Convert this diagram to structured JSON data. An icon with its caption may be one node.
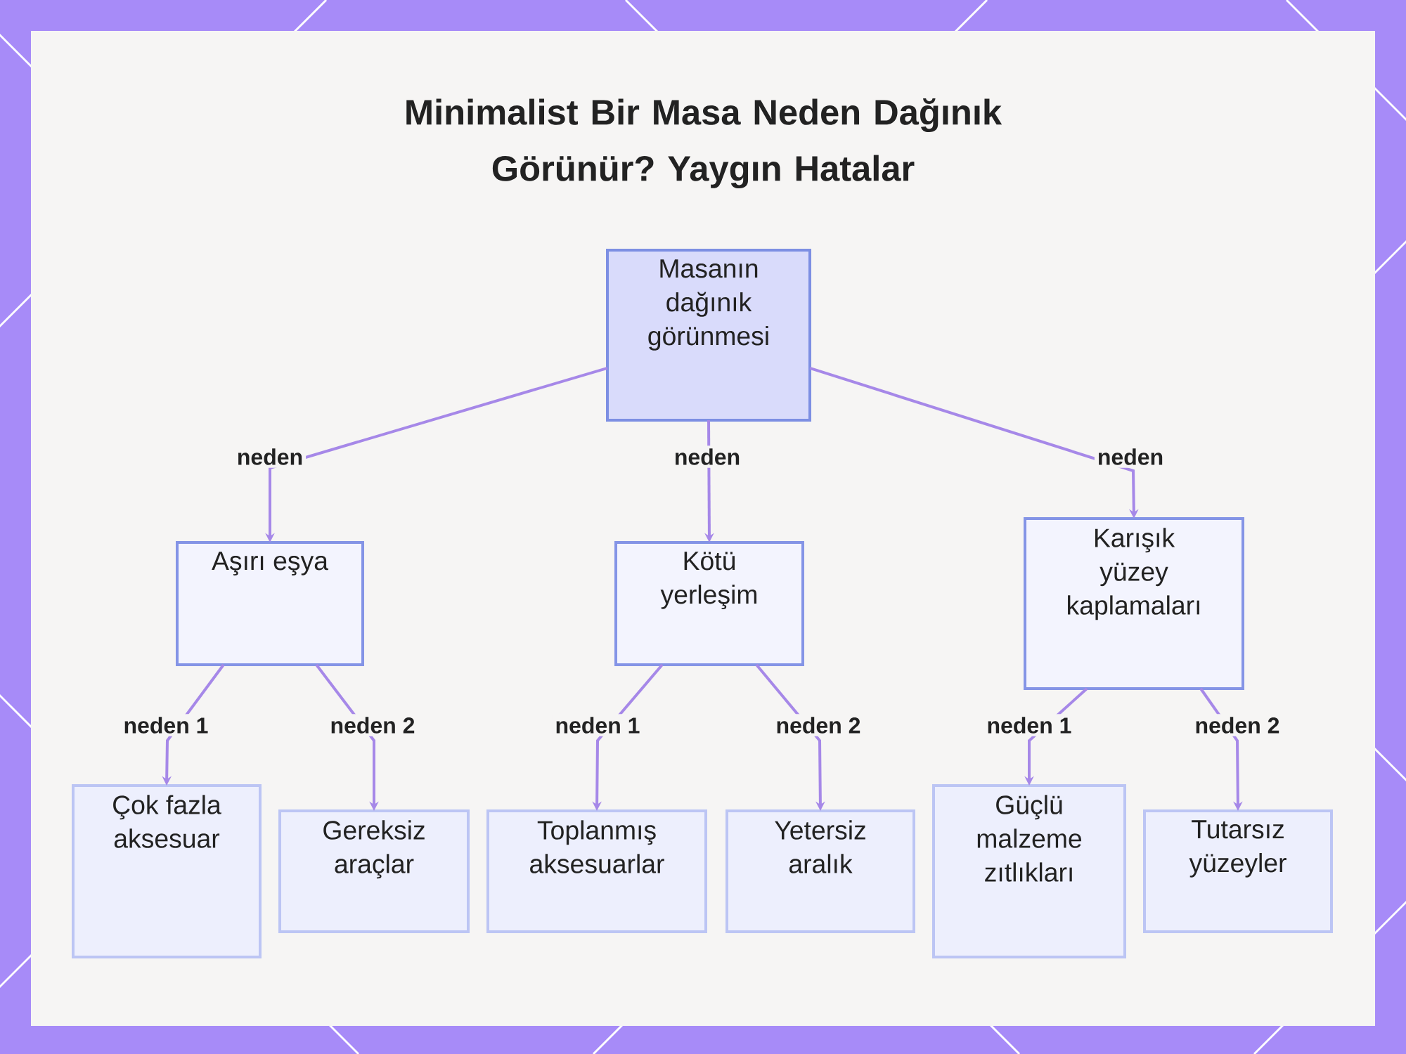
{
  "diagram": {
    "title": "Minimalist Bir Masa Neden Dağınık Görünür? Yaygın Hatalar",
    "nodes": [
      {
        "text": [
          "Masanın dağınık görünmesi"
        ]
      },
      {
        "text": [
          "Aşırı eşya"
        ]
      },
      {
        "text": [
          "Kötü yerleşim"
        ]
      },
      {
        "text": [
          "Karışık yüzey kaplamaları"
        ]
      },
      {
        "text": [
          "Çok fazla aksesuar"
        ]
      },
      {
        "text": [
          "Gereksiz araçlar"
        ]
      },
      {
        "text": [
          "Toplanmış aksesuarlar"
        ]
      },
      {
        "text": [
          "Yetersiz aralık"
        ]
      },
      {
        "text": [
          "Güçlü malzeme zıtlıkları"
        ]
      },
      {
        "text": [
          "Tutarsız yüzeyler"
        ]
      }
    ],
    "edges": [
      {
        "from": 0,
        "to": 1,
        "arrow": "to",
        "label": "neden"
      },
      {
        "from": 0,
        "to": 2,
        "arrow": "to",
        "label": "neden"
      },
      {
        "from": 0,
        "to": 3,
        "arrow": "to",
        "label": "neden"
      },
      {
        "from": 1,
        "to": 4,
        "arrow": "to",
        "label": "neden 1"
      },
      {
        "from": 1,
        "to": 5,
        "arrow": "to",
        "label": "neden 2"
      },
      {
        "from": 2,
        "to": 6,
        "arrow": "to",
        "label": "neden 1"
      },
      {
        "from": 2,
        "to": 7,
        "arrow": "to",
        "label": "neden 2"
      },
      {
        "from": 3,
        "to": 8,
        "arrow": "to",
        "label": "neden 1"
      },
      {
        "from": 3,
        "to": 9,
        "arrow": "to",
        "label": "neden 2"
      }
    ]
  }
}
